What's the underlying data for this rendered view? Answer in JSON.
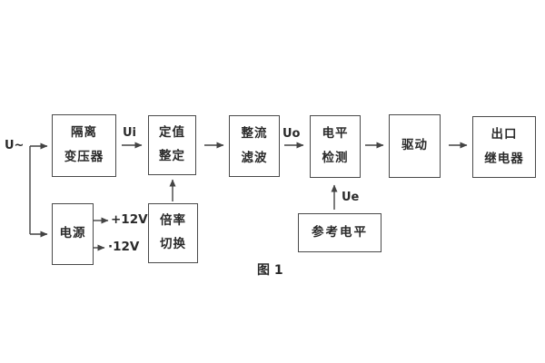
{
  "figure": {
    "caption": "图 1"
  },
  "colors": {
    "background": "#ffffff",
    "line": "#444444",
    "text": "#2a2a2a"
  },
  "diagram": {
    "labels": {
      "input": "U~",
      "ui": "Ui",
      "uo": "Uo",
      "ue": "Ue",
      "rail_pos": "+12V",
      "rail_neg": "·12V"
    },
    "boxes": [
      {
        "name": "isolation-transformer",
        "lines": [
          "隔离",
          "变压器"
        ]
      },
      {
        "name": "value-setting",
        "lines": [
          "定值",
          "整定"
        ]
      },
      {
        "name": "rectifier-filter",
        "lines": [
          "整流",
          "滤波"
        ]
      },
      {
        "name": "level-detection",
        "lines": [
          "电平",
          "检测"
        ]
      },
      {
        "name": "driver",
        "lines": [
          "驱动"
        ]
      },
      {
        "name": "output-relay",
        "lines": [
          "出口",
          "继电器"
        ]
      },
      {
        "name": "power-supply",
        "lines": [
          "电源"
        ]
      },
      {
        "name": "ratio-switching",
        "lines": [
          "倍率",
          "切换"
        ]
      },
      {
        "name": "reference-level",
        "lines": [
          "参考电平"
        ]
      }
    ]
  }
}
